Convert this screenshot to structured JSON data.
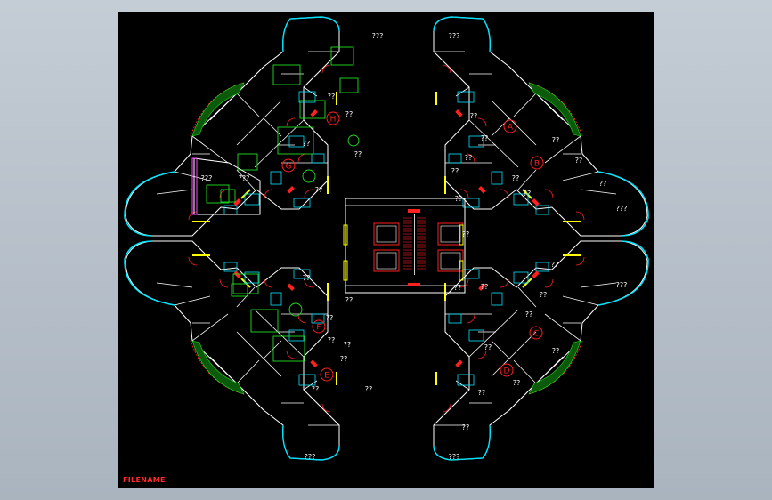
{
  "drawing": {
    "filename_label": "FILENAME",
    "unit_labels": [
      "A",
      "B",
      "C",
      "D",
      "E",
      "F",
      "G",
      "H"
    ],
    "room_placeholder": "??",
    "room_placeholder_long": "???",
    "colors": {
      "background": "#000000",
      "wall": "#ffffff",
      "cyan": "#00e5ff",
      "yellow": "#ffff00",
      "red": "#ff2020",
      "green": "#22dd22",
      "magenta": "#ff44ff",
      "filename": "#ff2a2a"
    }
  }
}
